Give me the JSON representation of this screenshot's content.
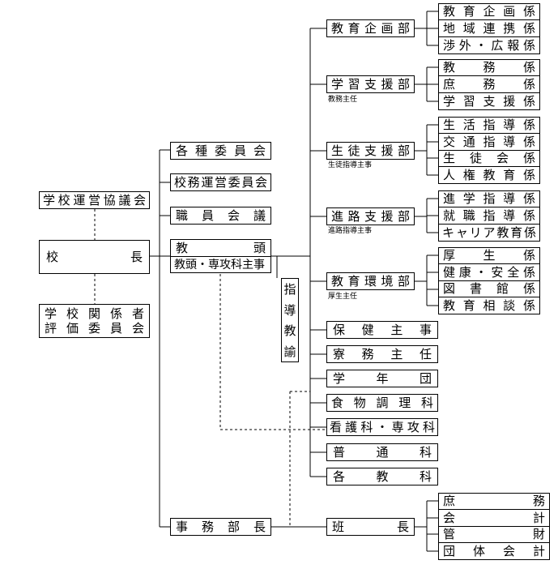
{
  "left": {
    "council": "学校運営協議会",
    "principal_a": "校",
    "principal_b": "長",
    "evaluation_1": "学校関係者",
    "evaluation_2": "評価委員会"
  },
  "middle": {
    "committees": "各種委員会",
    "management": "校務運営委員会",
    "staff_meeting": "職員会議",
    "vice_a": "教",
    "vice_b": "頭",
    "vice_sub": "教頭・専攻科主事",
    "admin_head": "事務部長"
  },
  "guidance": [
    "指",
    "導",
    "教",
    "諭"
  ],
  "departments": [
    {
      "name": "教育企画部",
      "sub": ""
    },
    {
      "name": "学習支援部",
      "sub": "教務主任"
    },
    {
      "name": "生徒支援部",
      "sub": "生徒指導主事"
    },
    {
      "name": "進路支援部",
      "sub": "進路指導主事"
    },
    {
      "name": "教育環境部",
      "sub": "厚生主任"
    }
  ],
  "direct": [
    "保健主事",
    "寮務主任",
    "学年団",
    "食物調理科",
    "看護科・専攻科",
    "普通科",
    "各教科"
  ],
  "group_leader": {
    "a": "班",
    "b": "長"
  },
  "sections": {
    "planning": [
      "教育企画係",
      "地域連携係",
      "渉外・広報係"
    ],
    "learning": [
      "教務係",
      "庶務係",
      "学習支援係"
    ],
    "student": [
      "生活指導係",
      "交通指導係",
      "生徒会係",
      "人権教育係"
    ],
    "career": [
      "進学指導係",
      "就職指導係",
      "キャリア教育係"
    ],
    "environment": [
      "厚生係",
      "健康・安全係",
      "図書館係",
      "教育相談係"
    ],
    "office": [
      "庶務",
      "会計",
      "管財",
      "団体会計"
    ]
  }
}
